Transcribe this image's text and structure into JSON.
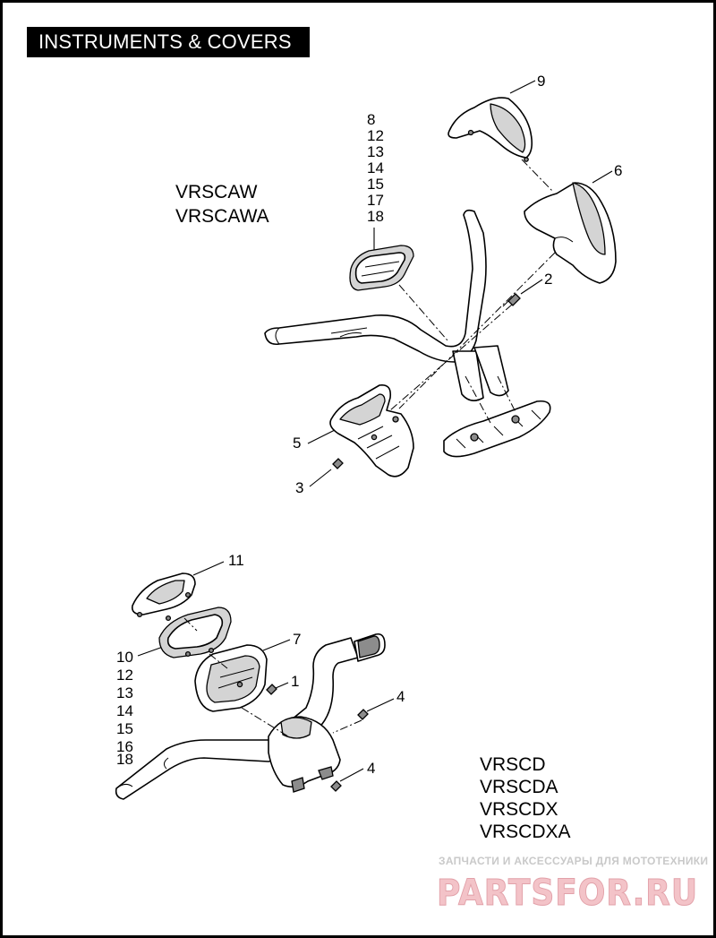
{
  "header": {
    "title": "INSTRUMENTS & COVERS"
  },
  "upper_assembly": {
    "models": [
      "VRSCAW",
      "VRSCAWA"
    ],
    "callout_stack": [
      "8",
      "12",
      "13",
      "14",
      "15",
      "17",
      "18"
    ],
    "callouts": {
      "c9": "9",
      "c6": "6",
      "c2": "2",
      "c5": "5",
      "c3": "3"
    }
  },
  "lower_assembly": {
    "models": [
      "VRSCD",
      "VRSCDA",
      "VRSCDX",
      "VRSCDXA"
    ],
    "callout_stack": [
      "10",
      "12",
      "13",
      "14",
      "15",
      "16",
      "18"
    ],
    "callouts": {
      "c11": "11",
      "c7": "7",
      "c1": "1",
      "c4a": "4",
      "c4b": "4"
    }
  },
  "watermark": {
    "tagline": "ЗАПЧАСТИ И АКСЕССУАРЫ ДЛЯ МОТОТЕХНИКИ",
    "logo": "PARTSFOR.RU"
  }
}
